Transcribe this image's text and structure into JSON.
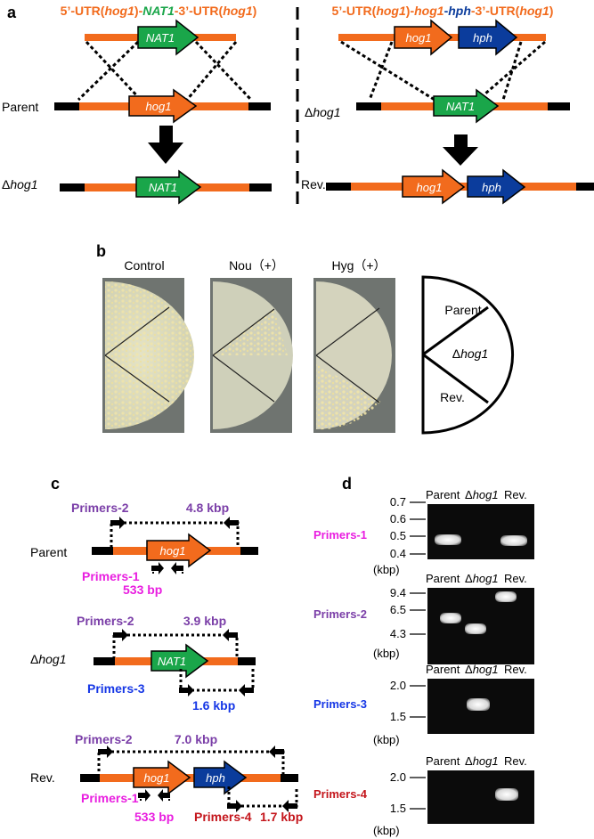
{
  "colors": {
    "orange": "#F26B1D",
    "green": "#1AA64A",
    "blue": "#0B3C9C",
    "black": "#000000",
    "magenta": "#E91EE0",
    "purple": "#7B3FA8",
    "primer3_blue": "#1637E6",
    "darkred": "#C4161C"
  },
  "panels": {
    "a": "a",
    "b": "b",
    "c": "c",
    "d": "d"
  },
  "panel_a": {
    "left_construct": {
      "p1": "5’-UTR(",
      "g1": "hog1",
      "p2": ")-",
      "g2": "NAT1",
      "p3": "-3’-UTR(",
      "g3": "hog1",
      "p4": ")"
    },
    "right_construct": {
      "p1": "5’-UTR(",
      "g1": "hog1",
      "p2": ")-",
      "g2": "hog1",
      "p3": "-",
      "g3": "hph",
      "p4": "-3’-UTR(",
      "g4": "hog1",
      "p5": ")"
    },
    "row_parent": "Parent",
    "row_delta_left": {
      "symbol": "Δ",
      "gene": "hog1"
    },
    "row_delta_right": {
      "symbol": "Δ",
      "gene": "hog1"
    },
    "row_rev": "Rev.",
    "gene_nat1": "NAT1",
    "gene_hog1": "hog1",
    "gene_hph": "hph"
  },
  "panel_b": {
    "labels": [
      "Control",
      "Nou（+）",
      "Hyg（+）"
    ],
    "legend": {
      "parent": "Parent",
      "delta_symbol": "Δ",
      "delta_gene": "hog1",
      "rev": "Rev."
    }
  },
  "panel_c": {
    "parent": {
      "label": "Parent",
      "primers2": "Primers-2",
      "size2": "4.8 kbp",
      "primers1": "Primers-1",
      "size1": "533 bp",
      "gene": "hog1"
    },
    "delta": {
      "symbol": "Δ",
      "gene_label": "hog1",
      "primers2": "Primers-2",
      "size2": "3.9 kbp",
      "primers3": "Primers-3",
      "size3": "1.6 kbp",
      "gene": "NAT1"
    },
    "rev": {
      "label": "Rev.",
      "primers2": "Primers-2",
      "size2": "7.0 kbp",
      "primers1": "Primers-1",
      "size1": "533 bp",
      "primers4": "Primers-4",
      "size4": "1.7 kbp",
      "gene1": "hog1",
      "gene2": "hph"
    }
  },
  "panel_d": {
    "lanes": {
      "parent": "Parent",
      "delta_symbol": "Δ",
      "delta_gene": "hog1",
      "rev": "Rev."
    },
    "unit": "(kbp)",
    "gels": [
      {
        "primer": "Primers-1",
        "ticks": [
          "0.7",
          "0.6",
          "0.5",
          "0.4"
        ]
      },
      {
        "primer": "Primers-2",
        "ticks": [
          "9.4",
          "6.5",
          "4.3"
        ]
      },
      {
        "primer": "Primers-3",
        "ticks": [
          "2.0",
          "1.5"
        ]
      },
      {
        "primer": "Primers-4",
        "ticks": [
          "2.0",
          "1.5"
        ]
      }
    ]
  }
}
